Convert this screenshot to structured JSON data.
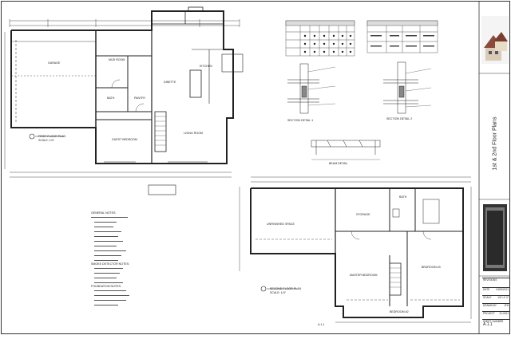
{
  "sheet": {
    "title": "1st & 2nd Floor Plans",
    "page_label": "A.1.1",
    "first_floor_title": "FIRST FLOOR PLAN",
    "first_floor_scale": "SCALE: 1/4\"",
    "second_floor_title": "SECOND FLOOR PLAN",
    "second_floor_scale": "SCALE: 1/4\""
  },
  "rooms_first": {
    "garage": "GARAGE",
    "mud_room": "MUD ROOM",
    "kitchen": "KITCHEN",
    "dinette": "DINETTE",
    "pantry": "PANTRY",
    "bath": "BATH",
    "guest_bedroom": "GUEST BEDROOM",
    "living_room": "LIVING ROOM"
  },
  "rooms_second": {
    "unfinished": "UNFINISHED SPACE",
    "storage": "STORAGE",
    "bath": "BATH",
    "master": "MASTER BEDROOM",
    "bedroom2": "BEDROOM #2",
    "bedroom3": "BEDROOM #3"
  },
  "notes": {
    "header_general": "GENERAL NOTES:",
    "header_smoke": "SMOKE DETECTOR NOTES:",
    "header_foundation": "FOUNDATION NOTES:"
  },
  "details": {
    "section1": "SECTION DETAIL 1",
    "section2": "SECTION DETAIL 2",
    "beam": "BEAM DETAIL"
  },
  "title_block": {
    "revisions": "REVISIONS",
    "date_label": "DATE",
    "date_value": "10/05/2021",
    "scale_label": "SCALE",
    "scale_value": "1/4\"=1'-0\"",
    "drawn_label": "DRAWN BY",
    "drawn_value": "JFH",
    "project_label": "PROJECT",
    "project_value": "21-0011",
    "sheet_label": "SHEET NUMBER",
    "sheet_value": "A.1.1"
  },
  "icons": [
    "house-thumbnail-icon",
    "north-arrow-icon"
  ]
}
